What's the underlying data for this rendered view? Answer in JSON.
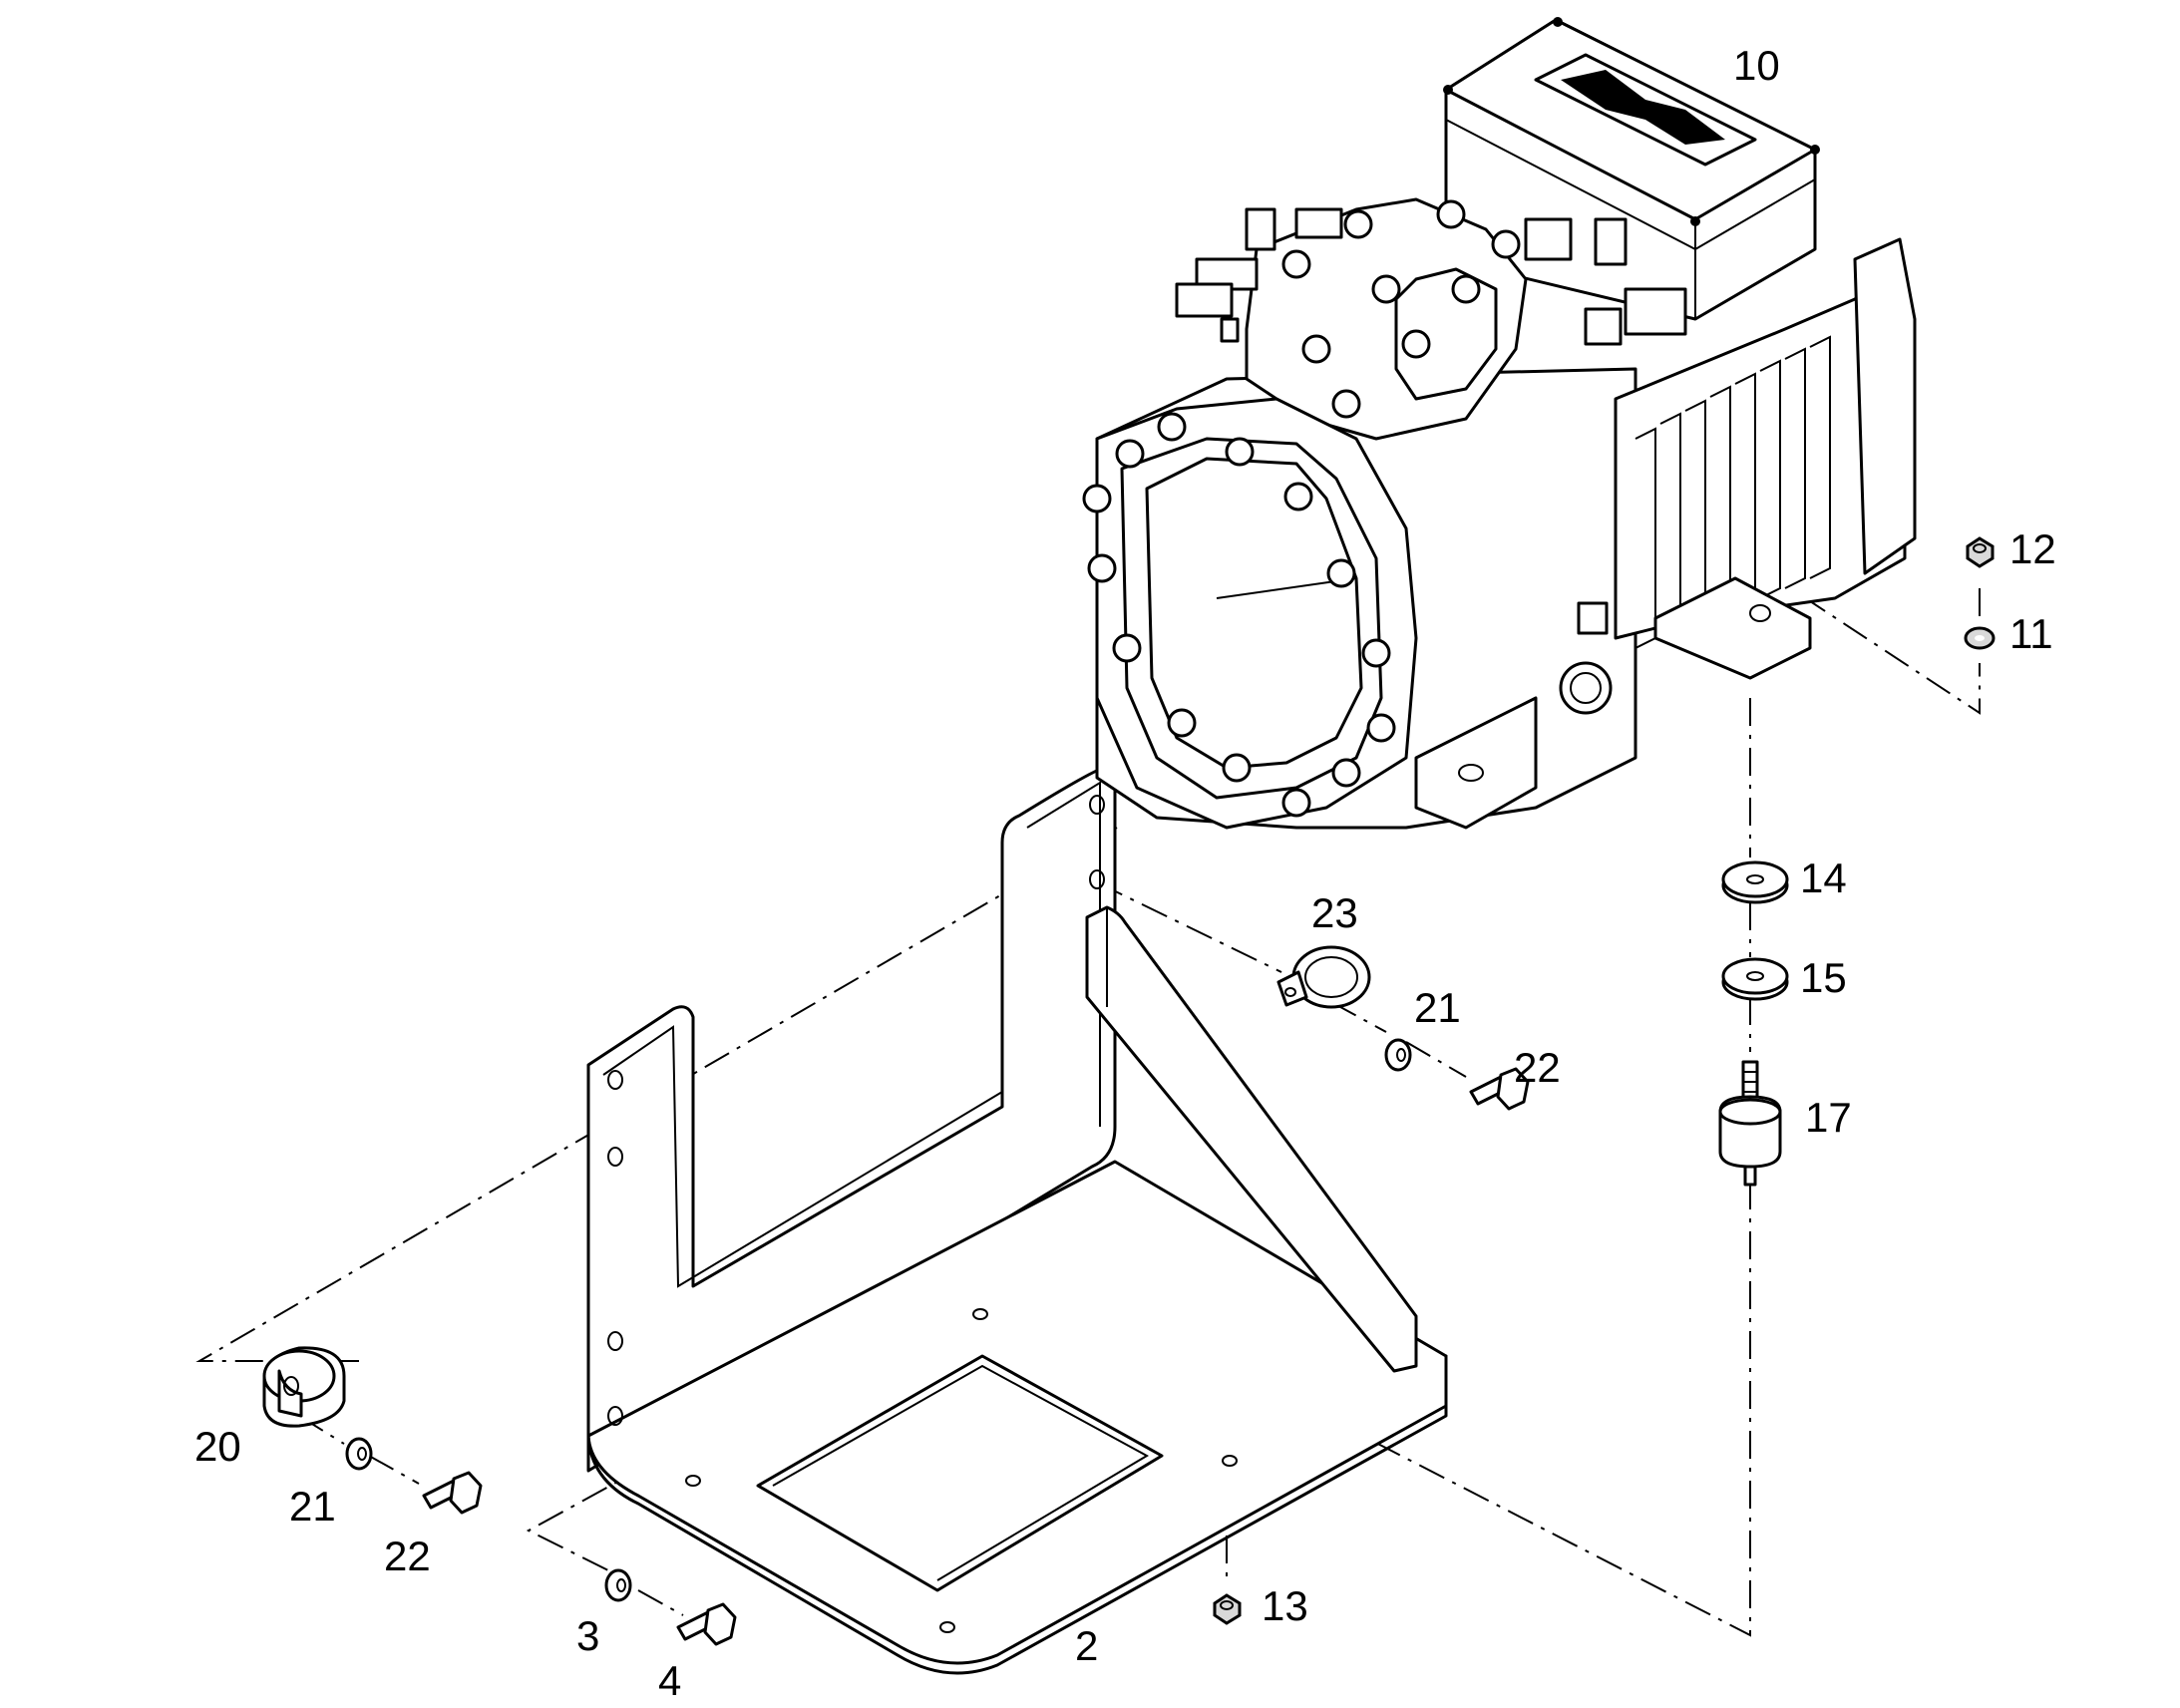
{
  "callouts": {
    "c2": "2",
    "c3": "3",
    "c4": "4",
    "c10": "10",
    "c11": "11",
    "c12": "12",
    "c13": "13",
    "c14": "14",
    "c15": "15",
    "c17": "17",
    "c20": "20",
    "c21a": "21",
    "c21b": "21",
    "c22a": "22",
    "c22b": "22",
    "c23": "23"
  }
}
